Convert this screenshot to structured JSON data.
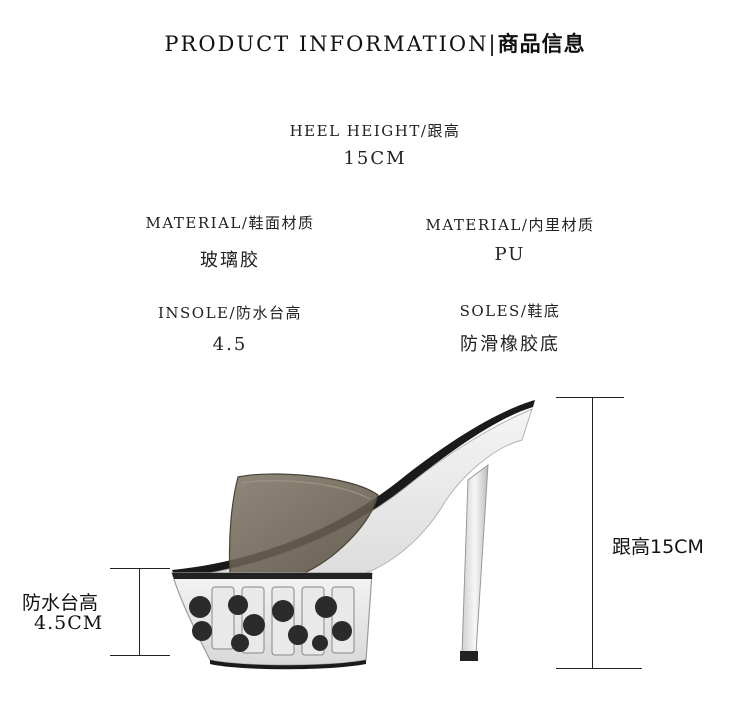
{
  "header": {
    "title_en": "PRODUCT INFORMATION",
    "title_cn": "商品信息"
  },
  "specs": {
    "heel_height": {
      "label": "HEEL HEIGHT/跟高",
      "value": "15CM"
    },
    "upper_material": {
      "label": "MATERIAL/鞋面材质",
      "value": "玻璃胶"
    },
    "lining_material": {
      "label": "MATERIAL/内里材质",
      "value": "PU"
    },
    "insole": {
      "label": "INSOLE/防水台高",
      "value": "4.5"
    },
    "soles": {
      "label": "SOLES/鞋底",
      "value": "防滑橡胶底"
    }
  },
  "dimensions": {
    "platform_label": "防水台高",
    "platform_value": "4.5CM",
    "heel_label": "跟高15CM"
  },
  "colors": {
    "text": "#222222",
    "strap": "#6b6253",
    "background": "#ffffff"
  },
  "icons": {
    "product": "clear-platform-heel-slide"
  }
}
